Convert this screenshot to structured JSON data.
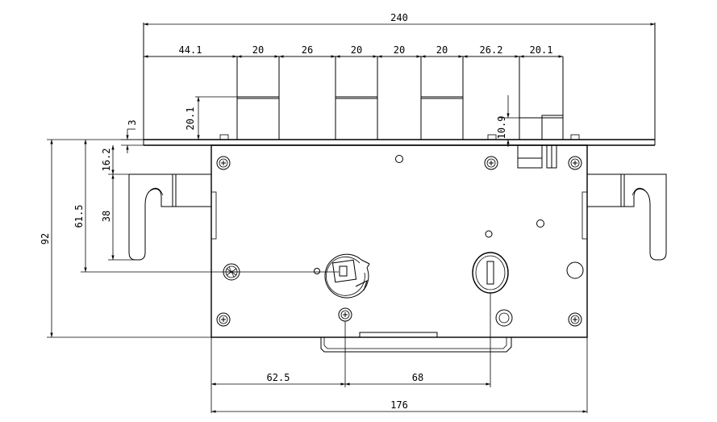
{
  "dimensions": {
    "overall_width": "240",
    "pin_spacings": [
      "44.1",
      "20",
      "26",
      "20",
      "20",
      "20",
      "26.2",
      "20.1"
    ],
    "pin_height": "20.1",
    "small_block_height": "10.9",
    "plate_thickness": "3",
    "latch_offset": "16.2",
    "handle_span": "38",
    "cylinder_offset": "61.5",
    "total_height": "92",
    "backset": "62.5",
    "center_distance": "68",
    "case_width": "176"
  }
}
